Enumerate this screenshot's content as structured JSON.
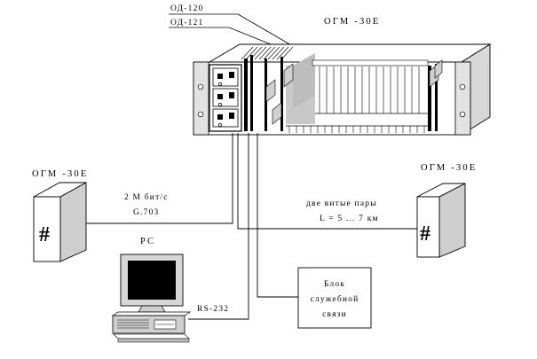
{
  "top_labels": {
    "od120": "ОД-120",
    "od121": "ОД-121",
    "main_device": "ОГМ -30Е"
  },
  "left_unit": {
    "title": "ОГМ -30Е",
    "symbol": "#"
  },
  "right_unit": {
    "title": "ОГМ -30Е",
    "symbol": "#"
  },
  "link_left": {
    "line1": "2 М бит/с",
    "line2": "G.703"
  },
  "link_right": {
    "line1": "две витые пары",
    "line2": "L = 5 ... 7 км"
  },
  "pc": {
    "label": "PC",
    "port": "RS-232"
  },
  "service_block": {
    "line1": "Блок",
    "line2": "служебной",
    "line3": "связи"
  }
}
